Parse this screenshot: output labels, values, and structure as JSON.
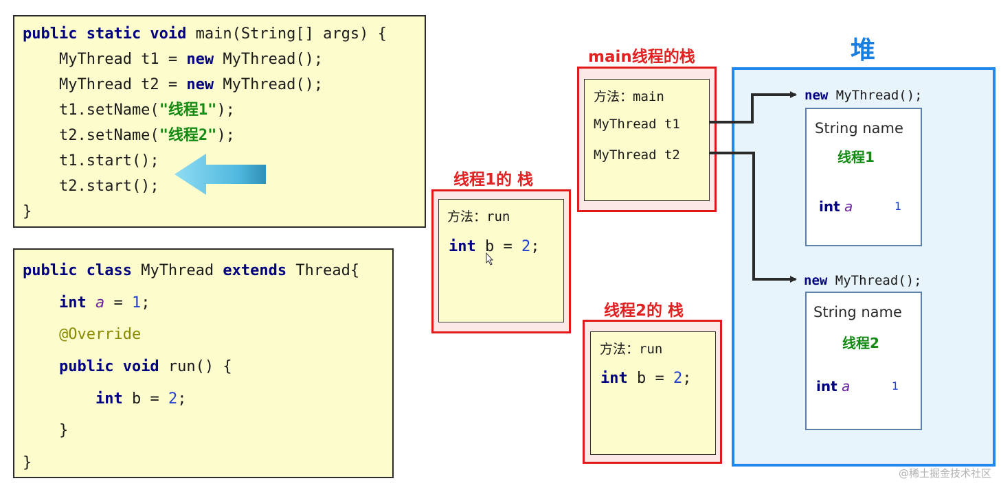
{
  "main_code": {
    "line1": {
      "kw": "public static void",
      "rest": " main(String[] args) {"
    },
    "line2": {
      "pre": "    MyThread t1 = ",
      "kw": "new",
      "rest": " MyThread();"
    },
    "line3": {
      "pre": "    MyThread t2 = ",
      "kw": "new",
      "rest": " MyThread();"
    },
    "line4": {
      "pre": "    t1.setName(",
      "str": "\"线程1\"",
      "rest": ");"
    },
    "line5": {
      "pre": "    t2.setName(",
      "str": "\"线程2\"",
      "rest": ");"
    },
    "line6": "    t1.start();",
    "line7": "    t2.start();",
    "line8": "}"
  },
  "class_code": {
    "line1": {
      "kw1": "public class",
      "mid": " MyThread ",
      "kw2": "extends",
      "rest": " Thread{"
    },
    "line2": {
      "pre": "    ",
      "kw": "int",
      "sp": " ",
      "field": "a",
      "eq": " = ",
      "num": "1",
      "rest": ";"
    },
    "line3": "    @Override",
    "line4": {
      "pre": "    ",
      "kw": "public void",
      "rest": " run() {"
    },
    "line5": {
      "pre": "        ",
      "kw": "int",
      "mid": " b = ",
      "num": "2",
      "rest": ";"
    },
    "line6": "    }",
    "line7": "}"
  },
  "main_stack": {
    "title": "main线程的栈",
    "method": "方法：main",
    "var1": "MyThread t1",
    "var2": "MyThread t2"
  },
  "thread1_stack": {
    "title": "线程1的 栈",
    "method": "方法：run",
    "var_kw": "int",
    "var_mid": " b = ",
    "var_num": "2",
    "var_end": ";"
  },
  "thread2_stack": {
    "title": "线程2的 栈",
    "method": "方法：run",
    "var_kw": "int",
    "var_mid": " b = ",
    "var_num": "2",
    "var_end": ";"
  },
  "heap": {
    "title": "堆",
    "obj1": {
      "new_kw": "new",
      "ctor": " MyThread();",
      "field": "String name",
      "name_value": "线程1",
      "int_kw": "int",
      "int_field": "a",
      "int_value": "1"
    },
    "obj2": {
      "new_kw": "new",
      "ctor": " MyThread();",
      "field": "String name",
      "name_value": "线程2",
      "int_kw": "int",
      "int_field": "a",
      "int_value": "1"
    }
  },
  "watermark": "@稀土掘金技术社区",
  "colors": {
    "stack_border": "#e01a1a",
    "heap_border": "#2288ee",
    "code_bg": "#fcfccd",
    "arrow": "#5cc6e8"
  }
}
